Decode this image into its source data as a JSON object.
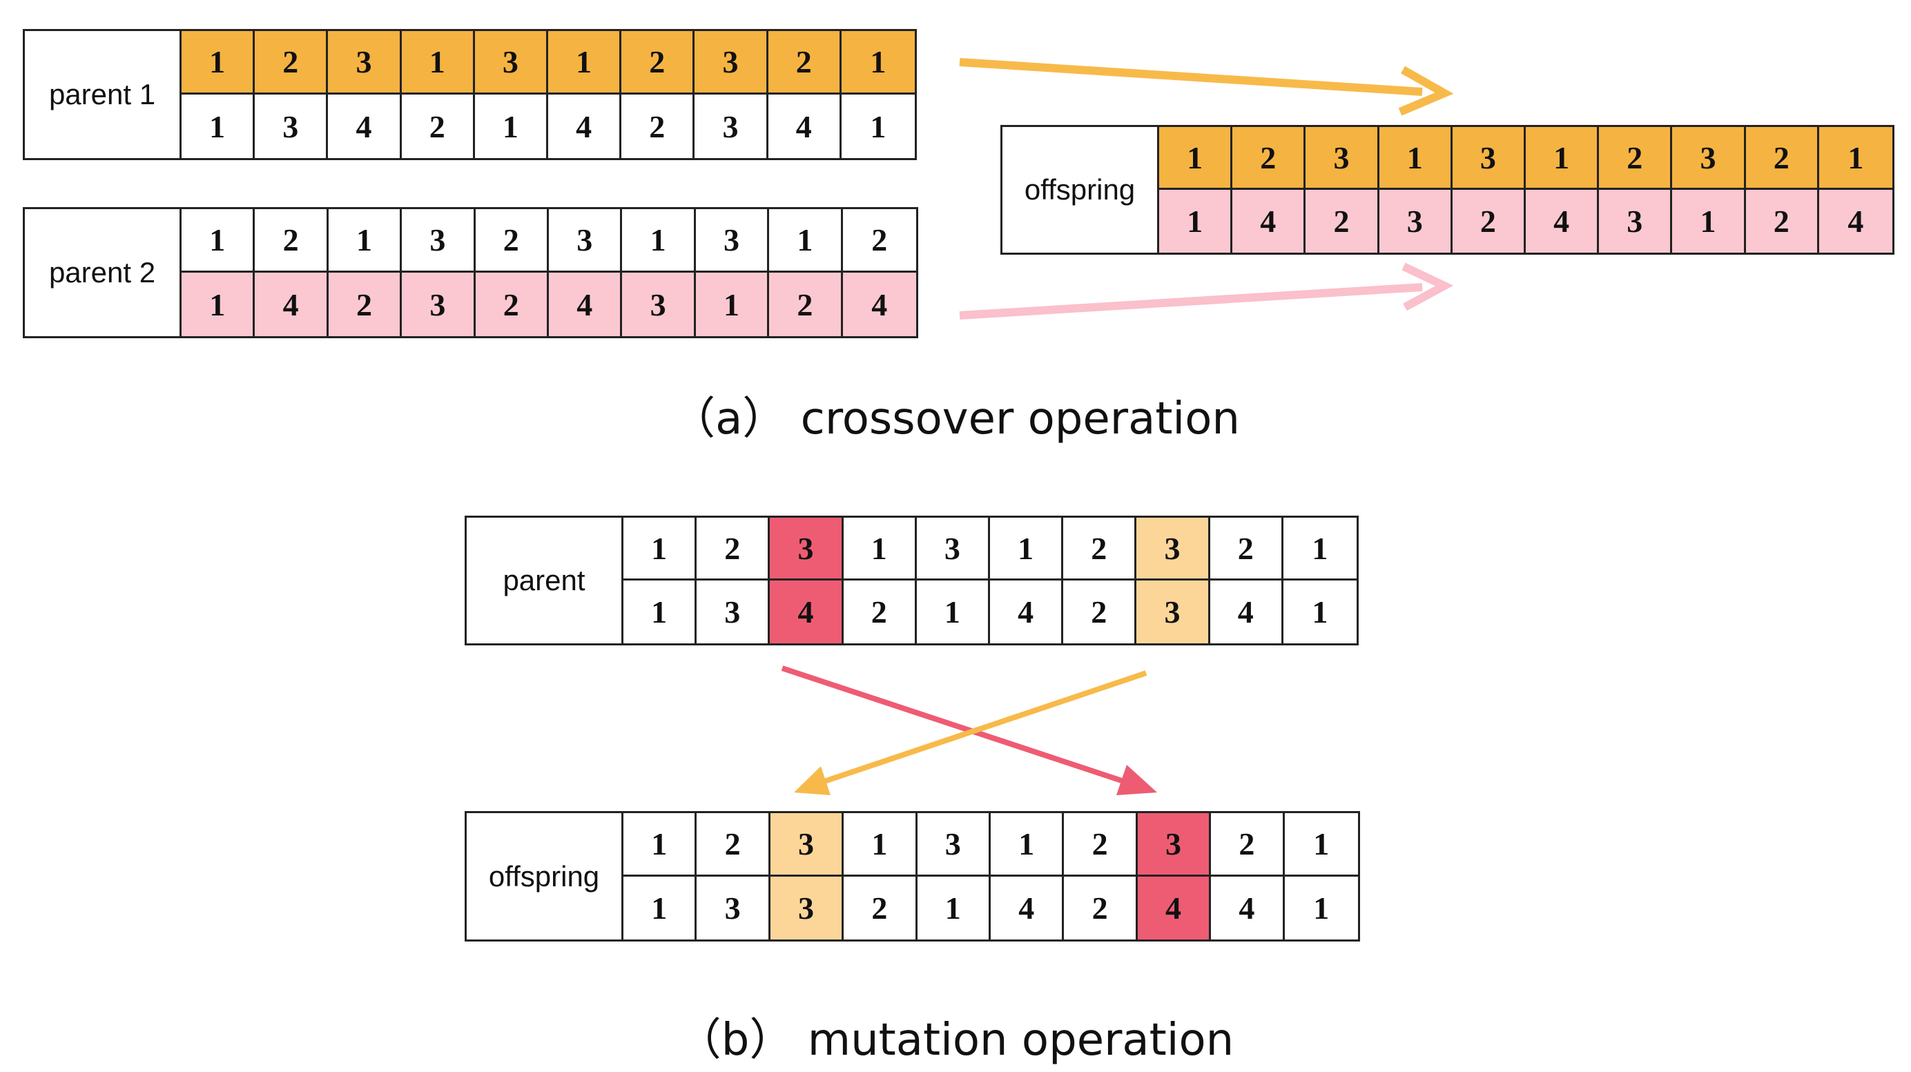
{
  "colors": {
    "orange": "#F5B342",
    "pink": "#FBC8D1",
    "light_orange": "#FCD699",
    "red": "#EE5C73",
    "orange_arrow": "#F7BA4A",
    "pink_arrow": "#FAC0CB",
    "red_arrow": "#EE5C73"
  },
  "crossover": {
    "caption": "（a） crossover operation",
    "parent1": {
      "label": "parent 1",
      "top": [
        "1",
        "2",
        "3",
        "1",
        "3",
        "1",
        "2",
        "3",
        "2",
        "1"
      ],
      "bottom": [
        "1",
        "3",
        "4",
        "2",
        "1",
        "4",
        "2",
        "3",
        "4",
        "1"
      ],
      "top_color": "orange",
      "bottom_color": "white"
    },
    "parent2": {
      "label": "parent 2",
      "top": [
        "1",
        "2",
        "1",
        "3",
        "2",
        "3",
        "1",
        "3",
        "1",
        "2"
      ],
      "bottom": [
        "1",
        "4",
        "2",
        "3",
        "2",
        "4",
        "3",
        "1",
        "2",
        "4"
      ],
      "top_color": "white",
      "bottom_color": "pink"
    },
    "offspring": {
      "label": "offspring",
      "top": [
        "1",
        "2",
        "3",
        "1",
        "3",
        "1",
        "2",
        "3",
        "2",
        "1"
      ],
      "bottom": [
        "1",
        "4",
        "2",
        "3",
        "2",
        "4",
        "3",
        "1",
        "2",
        "4"
      ],
      "top_color": "orange",
      "bottom_color": "pink"
    }
  },
  "mutation": {
    "caption": "（b） mutation operation",
    "parent": {
      "label": "parent",
      "top": [
        "1",
        "2",
        "3",
        "1",
        "3",
        "1",
        "2",
        "3",
        "2",
        "1"
      ],
      "bottom": [
        "1",
        "3",
        "4",
        "2",
        "1",
        "4",
        "2",
        "3",
        "4",
        "1"
      ],
      "highlight": [
        {
          "col": 2,
          "color": "red"
        },
        {
          "col": 7,
          "color": "light_orange"
        }
      ]
    },
    "offspring": {
      "label": "offspring",
      "top": [
        "1",
        "2",
        "3",
        "1",
        "3",
        "1",
        "2",
        "3",
        "2",
        "1"
      ],
      "bottom": [
        "1",
        "3",
        "3",
        "2",
        "1",
        "4",
        "2",
        "4",
        "4",
        "1"
      ],
      "highlight": [
        {
          "col": 2,
          "color": "light_orange"
        },
        {
          "col": 7,
          "color": "red"
        }
      ]
    }
  }
}
